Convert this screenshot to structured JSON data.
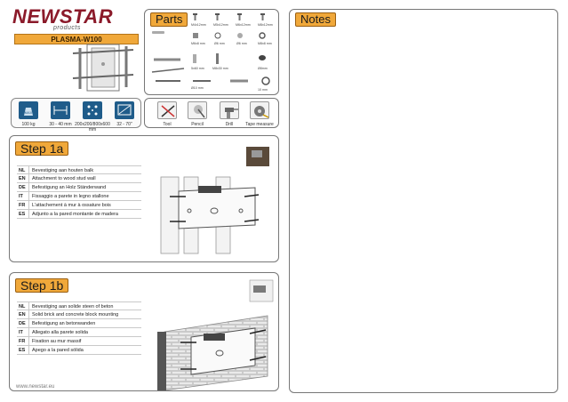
{
  "brand": {
    "name": "NEWSTAR",
    "sub": "products",
    "model": "PLASMA-W100"
  },
  "specs": [
    {
      "icon": "weight-icon",
      "badge": "MAX",
      "label": "100 kg"
    },
    {
      "icon": "wall-distance-icon",
      "label": "30 - 40 mm"
    },
    {
      "icon": "vesa-pattern-icon",
      "label": "200x200/800x600 mm"
    },
    {
      "icon": "screen-size-icon",
      "label": "32 - 70\""
    }
  ],
  "sections": {
    "parts": "Parts",
    "notes": "Notes",
    "step1a": "Step 1a",
    "step1b": "Step 1b"
  },
  "parts_labels": [
    "M4x12mm",
    "M5x12mm",
    "M6x12mm",
    "M8x12mm",
    "M6x8 mm",
    "Ø6 mm",
    "Ø6 mm",
    "M8x8 mm",
    "5x60 mm",
    "M8x30 mm",
    "Ø8mm",
    "Ø10 mm",
    "10 mm"
  ],
  "tools": [
    {
      "icon": "pencil-icon",
      "label": "Tool"
    },
    {
      "icon": "pencil-icon",
      "label": "Pencil"
    },
    {
      "icon": "drill-icon",
      "label": "Drill"
    },
    {
      "icon": "tape-measure-icon",
      "label": "Tape measure"
    }
  ],
  "step1a_rows": [
    {
      "code": "NL",
      "text": "Bevestiging aan houten balk"
    },
    {
      "code": "EN",
      "text": "Attachment to wood stud wall"
    },
    {
      "code": "DE",
      "text": "Befestigung an Holz Ständerwand"
    },
    {
      "code": "IT",
      "text": "Fissaggio a parete in legno stallone"
    },
    {
      "code": "FR",
      "text": "L'attachement à mur à ossature bois"
    },
    {
      "code": "ES",
      "text": "Adjunto a la pared montante de madera"
    }
  ],
  "step1b_rows": [
    {
      "code": "NL",
      "text": "Bevestiging aan solide steen of beton"
    },
    {
      "code": "EN",
      "text": "Solid brick and concrete block mounting"
    },
    {
      "code": "DE",
      "text": "Befestigung an betonwanden"
    },
    {
      "code": "IT",
      "text": "Allegato alla parete solida"
    },
    {
      "code": "FR",
      "text": "Fixation au mur massif"
    },
    {
      "code": "ES",
      "text": "Apego a la pared sólida"
    }
  ],
  "footer": "www.newstar.eu"
}
